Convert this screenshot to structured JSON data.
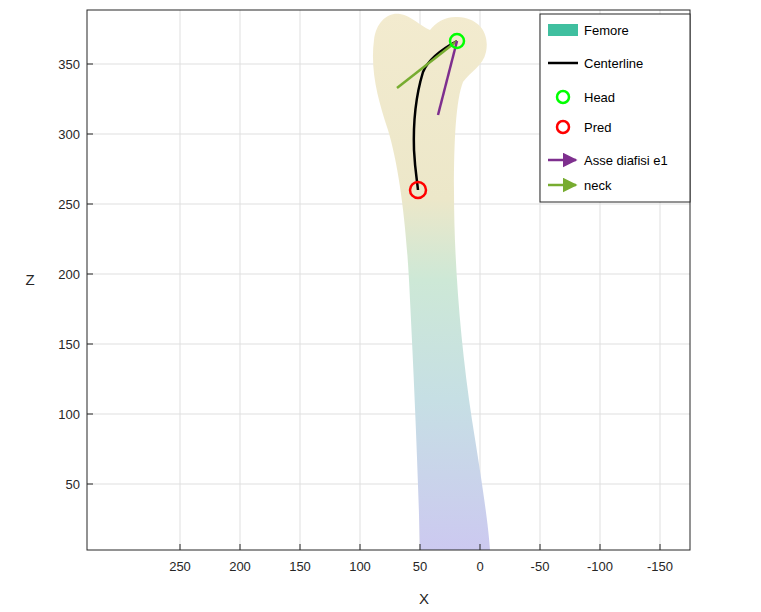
{
  "diagram": {
    "labels": [
      "350",
      "300",
      "250",
      "200",
      "150",
      "100",
      "50",
      "250",
      "200",
      "150",
      "100",
      "50",
      "0",
      "-50",
      "-100",
      "-150",
      "Z",
      "X"
    ],
    "legend": [
      {
        "text": "Femore",
        "color": "#3fbf9f"
      },
      {
        "text": "Centerline"
      },
      {
        "text": "Head"
      },
      {
        "text": "Pred"
      },
      {
        "text": "Asse diafisi e1"
      },
      {
        "text": "neck"
      }
    ]
  }
}
